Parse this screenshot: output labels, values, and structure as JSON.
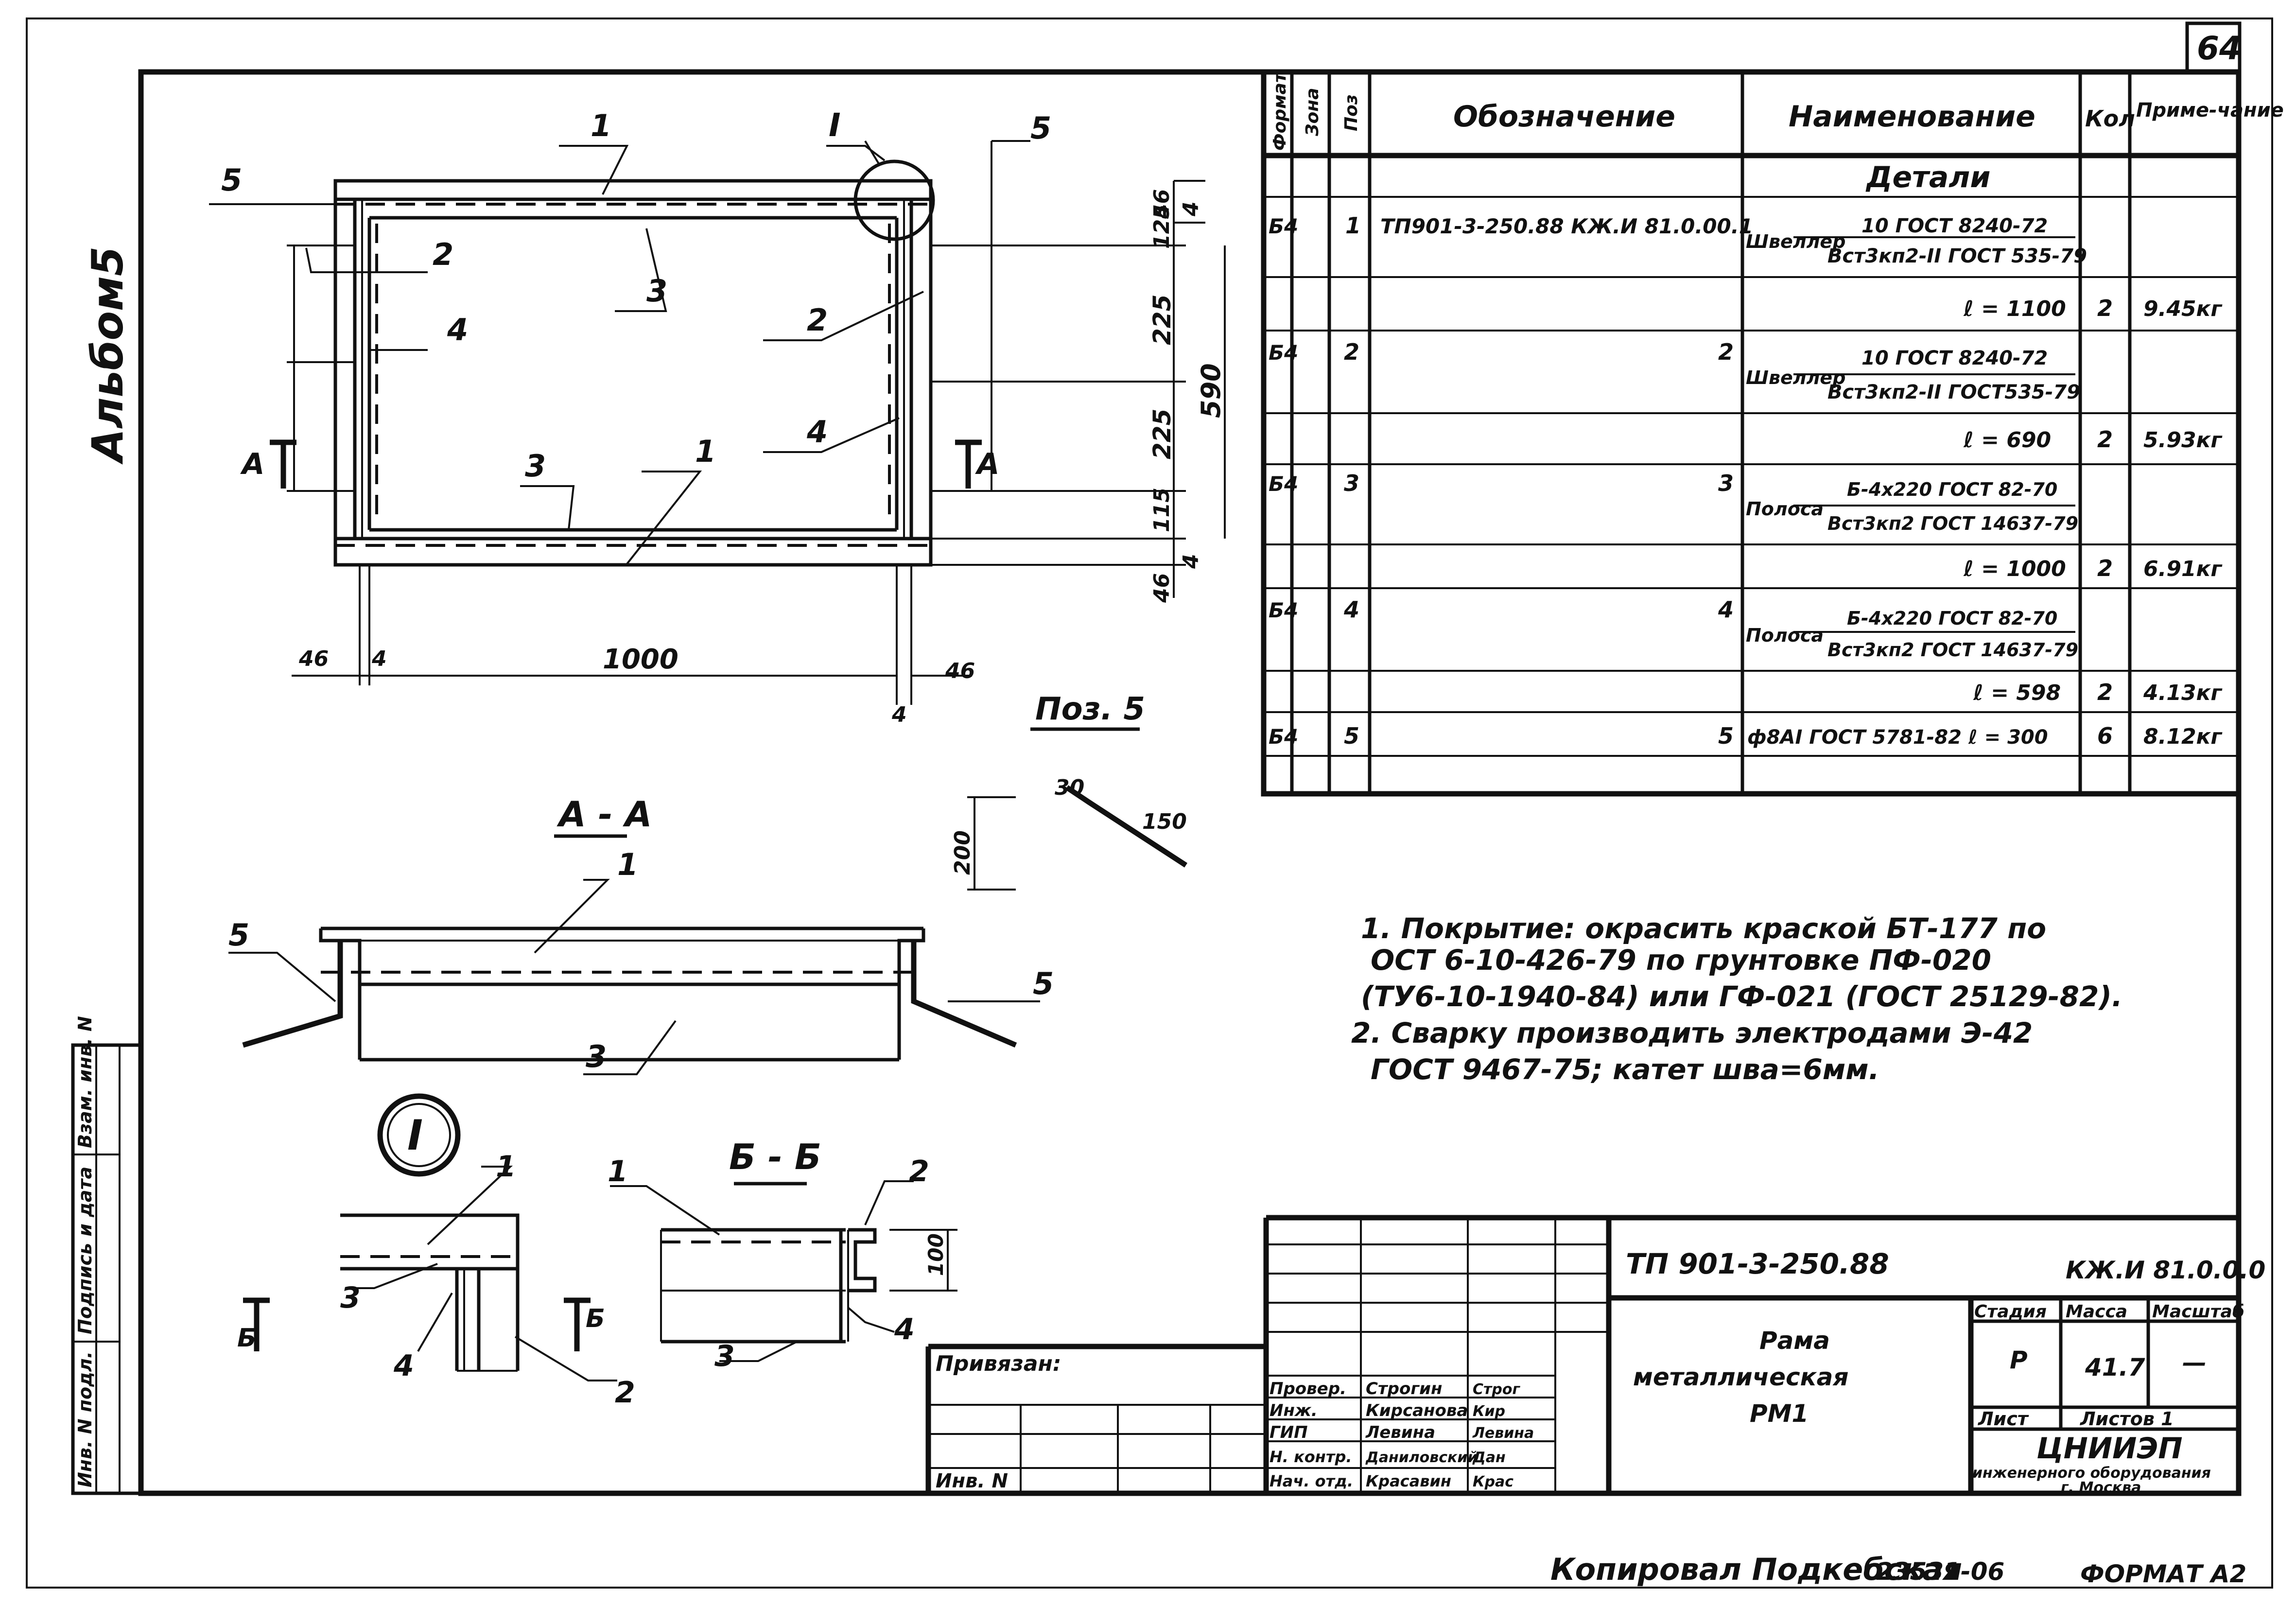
{
  "sheet": {
    "page_number": "64",
    "album_label": "Альбом5",
    "scan_footer": {
      "copied_by": "Копировал Подкебская",
      "order_number": "23531-06",
      "format": "ФОРМАТ А2"
    }
  },
  "drawing": {
    "main_view": {
      "callouts": [
        "1",
        "2",
        "3",
        "4",
        "5",
        "I"
      ],
      "dims": {
        "d46_top": "46",
        "d4_top": "4",
        "d125": "125",
        "d225_a": "225",
        "d225_b": "225",
        "d115": "115",
        "d4_bottom": "4",
        "d46_bottom": "46",
        "d590": "590",
        "d1000": "1000",
        "d46_left": "46",
        "d4_left": "4",
        "d46_right": "46",
        "d4_right": "4"
      },
      "section_marks": {
        "left": "А",
        "right": "А"
      }
    },
    "pos5": {
      "title": "Поз. 5",
      "dims": {
        "d30": "30",
        "d150": "150",
        "d200": "200"
      }
    },
    "section_aa": {
      "title": "А - А",
      "callouts": [
        "1",
        "5",
        "5",
        "3"
      ]
    },
    "detail_i": {
      "title": "I",
      "callouts": [
        "1",
        "3",
        "4",
        "2"
      ],
      "section_marks": {
        "left": "Б",
        "right": "Б"
      }
    },
    "section_bb": {
      "title": "Б - Б",
      "callouts": [
        "1",
        "2",
        "3",
        "4"
      ],
      "dims": {
        "d100": "100"
      }
    }
  },
  "spec_table": {
    "headers": {
      "format": "Формат",
      "zone": "Зона",
      "pos": "Поз",
      "designation": "Обозначение",
      "name": "Наименование",
      "qty": "Кол",
      "note": "Приме-чание"
    },
    "section_title": "Детали",
    "rows": [
      {
        "format": "Б4",
        "pos": "1",
        "designation": "ТП901-3-250.88 КЖ.И 81.0.00.1",
        "name_prefix": "Швеллер",
        "name_top": "10 ГОСТ 8240-72",
        "name_bottom": "Вст3кп2-II ГОСТ 535-79",
        "length": "ℓ = 1100",
        "qty": "2",
        "note": "9.45кг"
      },
      {
        "format": "Б4",
        "pos": "2",
        "designation": "2",
        "name_prefix": "Швеллер",
        "name_top": "10 ГОСТ 8240-72",
        "name_bottom": "Вст3кп2-II ГОСТ535-79",
        "length": "ℓ = 690",
        "qty": "2",
        "note": "5.93кг"
      },
      {
        "format": "Б4",
        "pos": "3",
        "designation": "3",
        "name_prefix": "Полоса",
        "name_top": "Б-4х220 ГОСТ 82-70",
        "name_bottom": "Вст3кп2 ГОСТ 14637-79",
        "length": "ℓ = 1000",
        "qty": "2",
        "note": "6.91кг"
      },
      {
        "format": "Б4",
        "pos": "4",
        "designation": "4",
        "name_prefix": "Полоса",
        "name_top": "Б-4х220 ГОСТ 82-70",
        "name_bottom": "Вст3кп2 ГОСТ 14637-79",
        "length": "ℓ = 598",
        "qty": "2",
        "note": "4.13кг"
      },
      {
        "format": "Б4",
        "pos": "5",
        "designation": "5",
        "name_line": "ф8АI ГОСТ 5781-82 ℓ = 300",
        "qty": "6",
        "note": "8.12кг"
      }
    ]
  },
  "notes": [
    "1. Покрытие: окрасить краской БТ-177 по",
    "ОСТ 6-10-426-79 по грунтовке ПФ-020",
    "(ТУ6-10-1940-84) или ГФ-021 (ГОСТ 25129-82).",
    "2. Сварку производить электродами Э-42",
    "ГОСТ 9467-75; катет шва=6мм."
  ],
  "side_stamp": {
    "col1": "Инв. N подл.",
    "col2": "Подпись и дата",
    "col3": "Взам. инв. N"
  },
  "title_block": {
    "project_code": "ТП 901-3-250.88",
    "sheet_code": "КЖ.И 81.0.0.0",
    "title_line1": "Рама",
    "title_line2": "металлическая",
    "title_line3": "РМ1",
    "stage_label": "Стадия",
    "mass_label": "Масса",
    "scale_label": "Масштаб",
    "stage_value": "Р",
    "mass_value": "41.7",
    "scale_value": "—",
    "sheet_label": "Лист",
    "sheets_label": "Листов 1",
    "org_name": "ЦНИИЭП",
    "org_line2": "инженерного оборудования",
    "org_line3": "г. Москва",
    "linked_label": "Привязан:",
    "inv_label": "Инв. N",
    "signatures": [
      {
        "role": "Провер.",
        "name": "Строгин",
        "sign": "Строг"
      },
      {
        "role": "Инж.",
        "name": "Кирсанова",
        "sign": "Кир"
      },
      {
        "role": "ГИП",
        "name": "Левина",
        "sign": "Левина"
      },
      {
        "role": "Н. контр.",
        "name": "Даниловский",
        "sign": "Дан"
      },
      {
        "role": "Нач. отд.",
        "name": "Красавин",
        "sign": "Крас"
      }
    ]
  }
}
